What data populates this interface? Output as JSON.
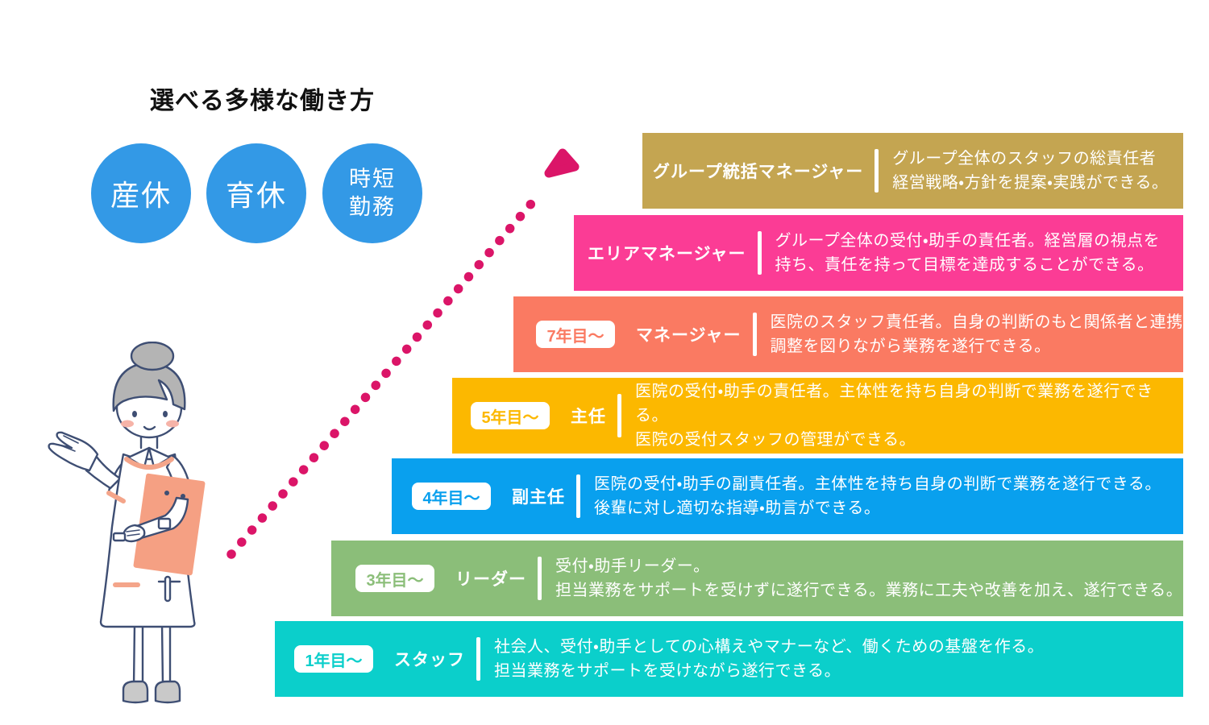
{
  "work_styles": {
    "heading": "選べる多様な働き方",
    "circle_color": "#3399E6",
    "items": [
      {
        "label": "産休"
      },
      {
        "label": "育休"
      },
      {
        "label": "時短勤務"
      }
    ]
  },
  "career_ladder": {
    "arrow_color": "#DB1568",
    "levels": [
      {
        "badge": "",
        "title": "グループ統括マネージャー",
        "description": "グループ全体のスタッフの総責任者\n経営戦略・方針を提案・実践ができる。",
        "color": "#C4A551"
      },
      {
        "badge": "",
        "title": "エリアマネージャー",
        "description": "グループ全体の受付・助手の責任者。経営層の視点を\n持ち、責任を持って目標を達成することができる。",
        "color": "#FB3C95"
      },
      {
        "badge": "7年目〜",
        "title": "マネージャー",
        "description": "医院のスタッフ責任者。自身の判断のもと関係者と連携\n調整を図りながら業務を遂行できる。",
        "color": "#FA7A62"
      },
      {
        "badge": "5年目〜",
        "title": "主任",
        "description": "医院の受付・助手の責任者。主体性を持ち自身の判断で業務を遂行できる。\n医院の受付スタッフの管理ができる。",
        "color": "#FCB800"
      },
      {
        "badge": "4年目〜",
        "title": "副主任",
        "description": "医院の受付・助手の副責任者。主体性を持ち自身の判断で業務を遂行できる。\n後輩に対し適切な指導・助言ができる。",
        "color": "#09A0EE"
      },
      {
        "badge": "3年目〜",
        "title": "リーダー",
        "description": "受付・助手リーダー。\n担当業務をサポートを受けずに遂行できる。業務に工夫や改善を加え、遂行できる。",
        "color": "#8BBE79"
      },
      {
        "badge": "1年目〜",
        "title": "スタッフ",
        "description": "社会人、受付・助手としての心構えやマナーなど、働くための基盤を作る。\n担当業務をサポートを受けながら遂行できる。",
        "color": "#0BCFCB"
      }
    ]
  }
}
